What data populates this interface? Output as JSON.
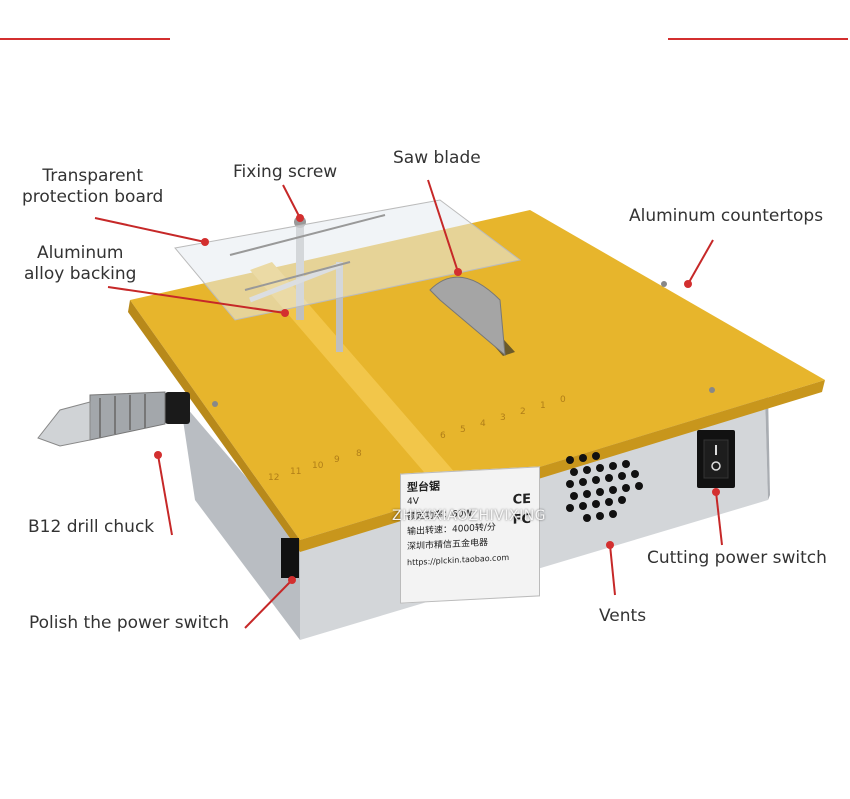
{
  "colors": {
    "accent_red": "#d32f2f",
    "aluminum_gold": "#e7b52c",
    "housing_silver": "#c9ccd0",
    "switch_black": "#111111"
  },
  "labels": {
    "transparent_board": [
      "Transparent",
      "protection board"
    ],
    "fixing_screw": "Fixing screw",
    "saw_blade": "Saw blade",
    "aluminum_countertops": "Aluminum countertops",
    "aluminum_backing": [
      "Aluminum",
      "alloy backing"
    ],
    "drill_chuck": "B12 drill chuck",
    "cutting_switch": "Cutting power switch",
    "vents": "Vents",
    "polish_switch": "Polish the power switch"
  },
  "nameplate": {
    "title": "型台锯",
    "voltage": "4V",
    "power": "额定功率：60W",
    "speed": "输出转速：4000转/分",
    "maker": "深圳市精信五金电器",
    "url": "https://plckin.taobao.com",
    "ce_mark": "CE",
    "fc_mark": "FC"
  },
  "scale_marks": {
    "fence_ruler": [
      "12",
      "11",
      "10",
      "9",
      "8"
    ],
    "table_ruler": [
      "6",
      "5",
      "4",
      "3",
      "2",
      "1",
      "0"
    ]
  },
  "watermark": "ZHIXIXIAOZHIVIXING"
}
